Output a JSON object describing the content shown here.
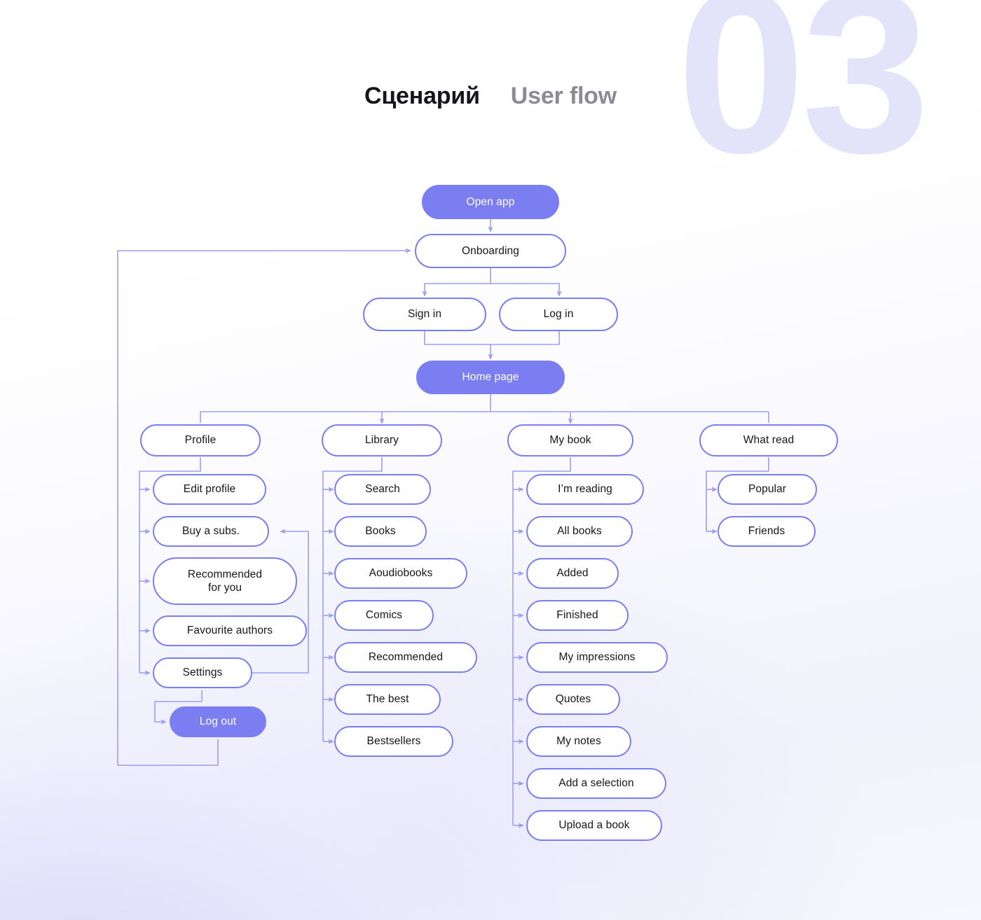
{
  "page": {
    "watermark": "03",
    "title_main": "Сценарий",
    "title_sub": "User flow",
    "colors": {
      "accent": "#7b7ef0",
      "connector": "#9d9ef2",
      "node_fill": "#ffffff",
      "node_text": "#15151c",
      "filled_node_text": "#ffffff",
      "title_main": "#15151c",
      "title_sub": "#8b8b94",
      "watermark": "#e3e4fa",
      "background_tint": "#dedefb"
    }
  },
  "flow": {
    "start": {
      "label": "Open app",
      "style": "filled"
    },
    "onboarding": {
      "label": "Onboarding",
      "style": "outline"
    },
    "auth": [
      {
        "label": "Sign in",
        "style": "outline"
      },
      {
        "label": "Log in",
        "style": "outline"
      }
    ],
    "home": {
      "label": "Home page",
      "style": "filled"
    },
    "branches": [
      {
        "label": "Profile",
        "style": "outline",
        "children": [
          {
            "label": "Edit profile",
            "style": "outline"
          },
          {
            "label": "Buy a subs.",
            "style": "outline"
          },
          {
            "label": "Recommended\nfor you",
            "style": "outline"
          },
          {
            "label": "Favourite authors",
            "style": "outline"
          },
          {
            "label": "Settings",
            "style": "outline"
          }
        ],
        "terminal": {
          "label": "Log out",
          "style": "filled"
        }
      },
      {
        "label": "Library",
        "style": "outline",
        "children": [
          {
            "label": "Search",
            "style": "outline"
          },
          {
            "label": "Books",
            "style": "outline"
          },
          {
            "label": "Aoudiobooks",
            "style": "outline"
          },
          {
            "label": "Comics",
            "style": "outline"
          },
          {
            "label": "Recommended",
            "style": "outline"
          },
          {
            "label": "The best",
            "style": "outline"
          },
          {
            "label": "Bestsellers",
            "style": "outline"
          }
        ]
      },
      {
        "label": "My book",
        "style": "outline",
        "children": [
          {
            "label": "I’m reading",
            "style": "outline"
          },
          {
            "label": "All books",
            "style": "outline"
          },
          {
            "label": "Added",
            "style": "outline"
          },
          {
            "label": "Finished",
            "style": "outline"
          },
          {
            "label": "My impressions",
            "style": "outline"
          },
          {
            "label": "Quotes",
            "style": "outline"
          },
          {
            "label": "My notes",
            "style": "outline"
          },
          {
            "label": "Add a selection",
            "style": "outline"
          },
          {
            "label": "Upload a book",
            "style": "outline"
          }
        ]
      },
      {
        "label": "What read",
        "style": "outline",
        "children": [
          {
            "label": "Popular",
            "style": "outline"
          },
          {
            "label": "Friends",
            "style": "outline"
          }
        ]
      }
    ]
  }
}
